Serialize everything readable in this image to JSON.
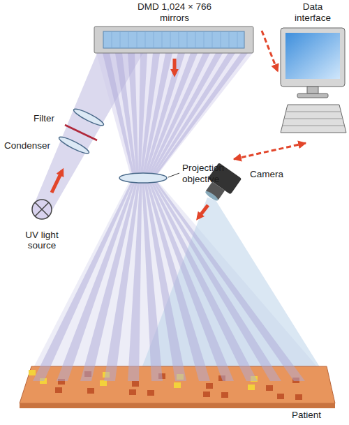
{
  "diagram": {
    "nodes": [
      {
        "text": [
          "DMD 1,024 × 766 mirrors"
        ]
      },
      {
        "text": [
          "Data interface"
        ]
      },
      {
        "text": [
          "Camera"
        ]
      },
      {
        "text": [
          "UV light source"
        ]
      },
      {
        "text": [
          "Patient"
        ]
      }
    ],
    "edges": [
      {
        "from": 0,
        "to": 1,
        "arrow": "to"
      },
      {
        "from": 2,
        "to": 1,
        "arrow": "both"
      }
    ],
    "labels": [
      "Filter",
      "Condenser",
      "Projection objective"
    ]
  }
}
